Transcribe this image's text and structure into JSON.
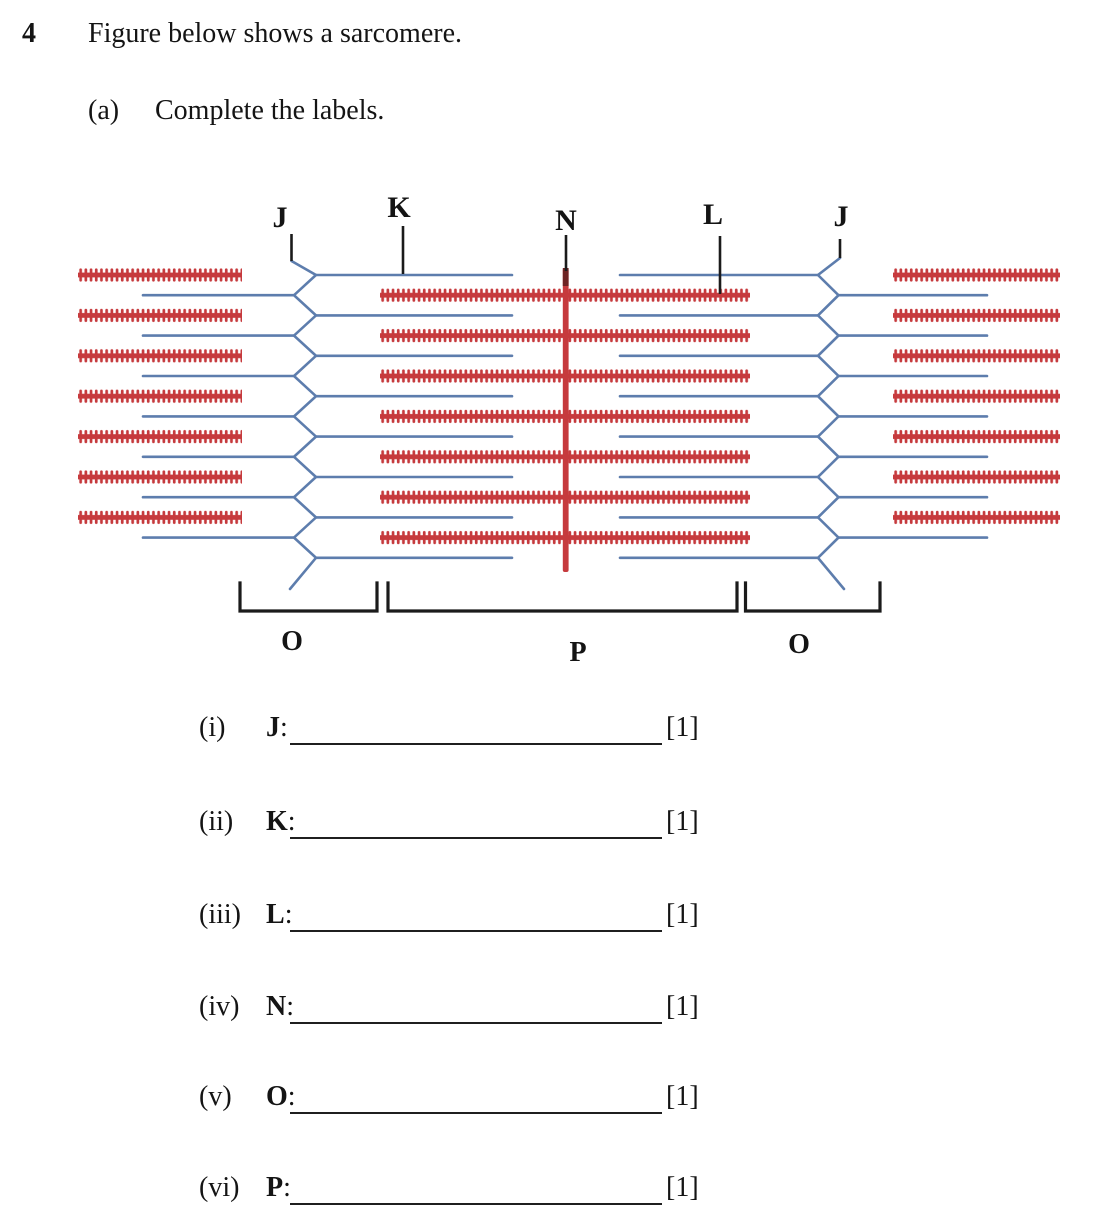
{
  "page": {
    "question_number": "4",
    "intro": "Figure below shows a sarcomere.",
    "part_label": "(a)",
    "part_instruction": "Complete the labels."
  },
  "diagram": {
    "labels": {
      "j_left": "J",
      "k": "K",
      "n": "N",
      "l": "L",
      "j_right": "J",
      "o_left": "O",
      "p": "P",
      "o_right": "O"
    },
    "colors": {
      "thick_filament_red": "#c63a3d",
      "m_line_cap_dark": "#6e2424",
      "thin_filament_blue": "#5d7dad",
      "annotation_ink": "#1b1b1b"
    }
  },
  "questions": {
    "rows": [
      {
        "numeral": "(i)",
        "letter": "J",
        "colon": ":",
        "mark": "[1]"
      },
      {
        "numeral": "(ii)",
        "letter": "K",
        "colon": ":",
        "mark": "[1]"
      },
      {
        "numeral": "(iii)",
        "letter": "L",
        "colon": ":",
        "mark": "[1]"
      },
      {
        "numeral": "(iv)",
        "letter": "N",
        "colon": ":",
        "mark": "[1]"
      },
      {
        "numeral": "(v)",
        "letter": "O",
        "colon": ":",
        "mark": "[1]"
      },
      {
        "numeral": "(vi)",
        "letter": "P",
        "colon": ":",
        "mark": "[1]"
      }
    ]
  }
}
